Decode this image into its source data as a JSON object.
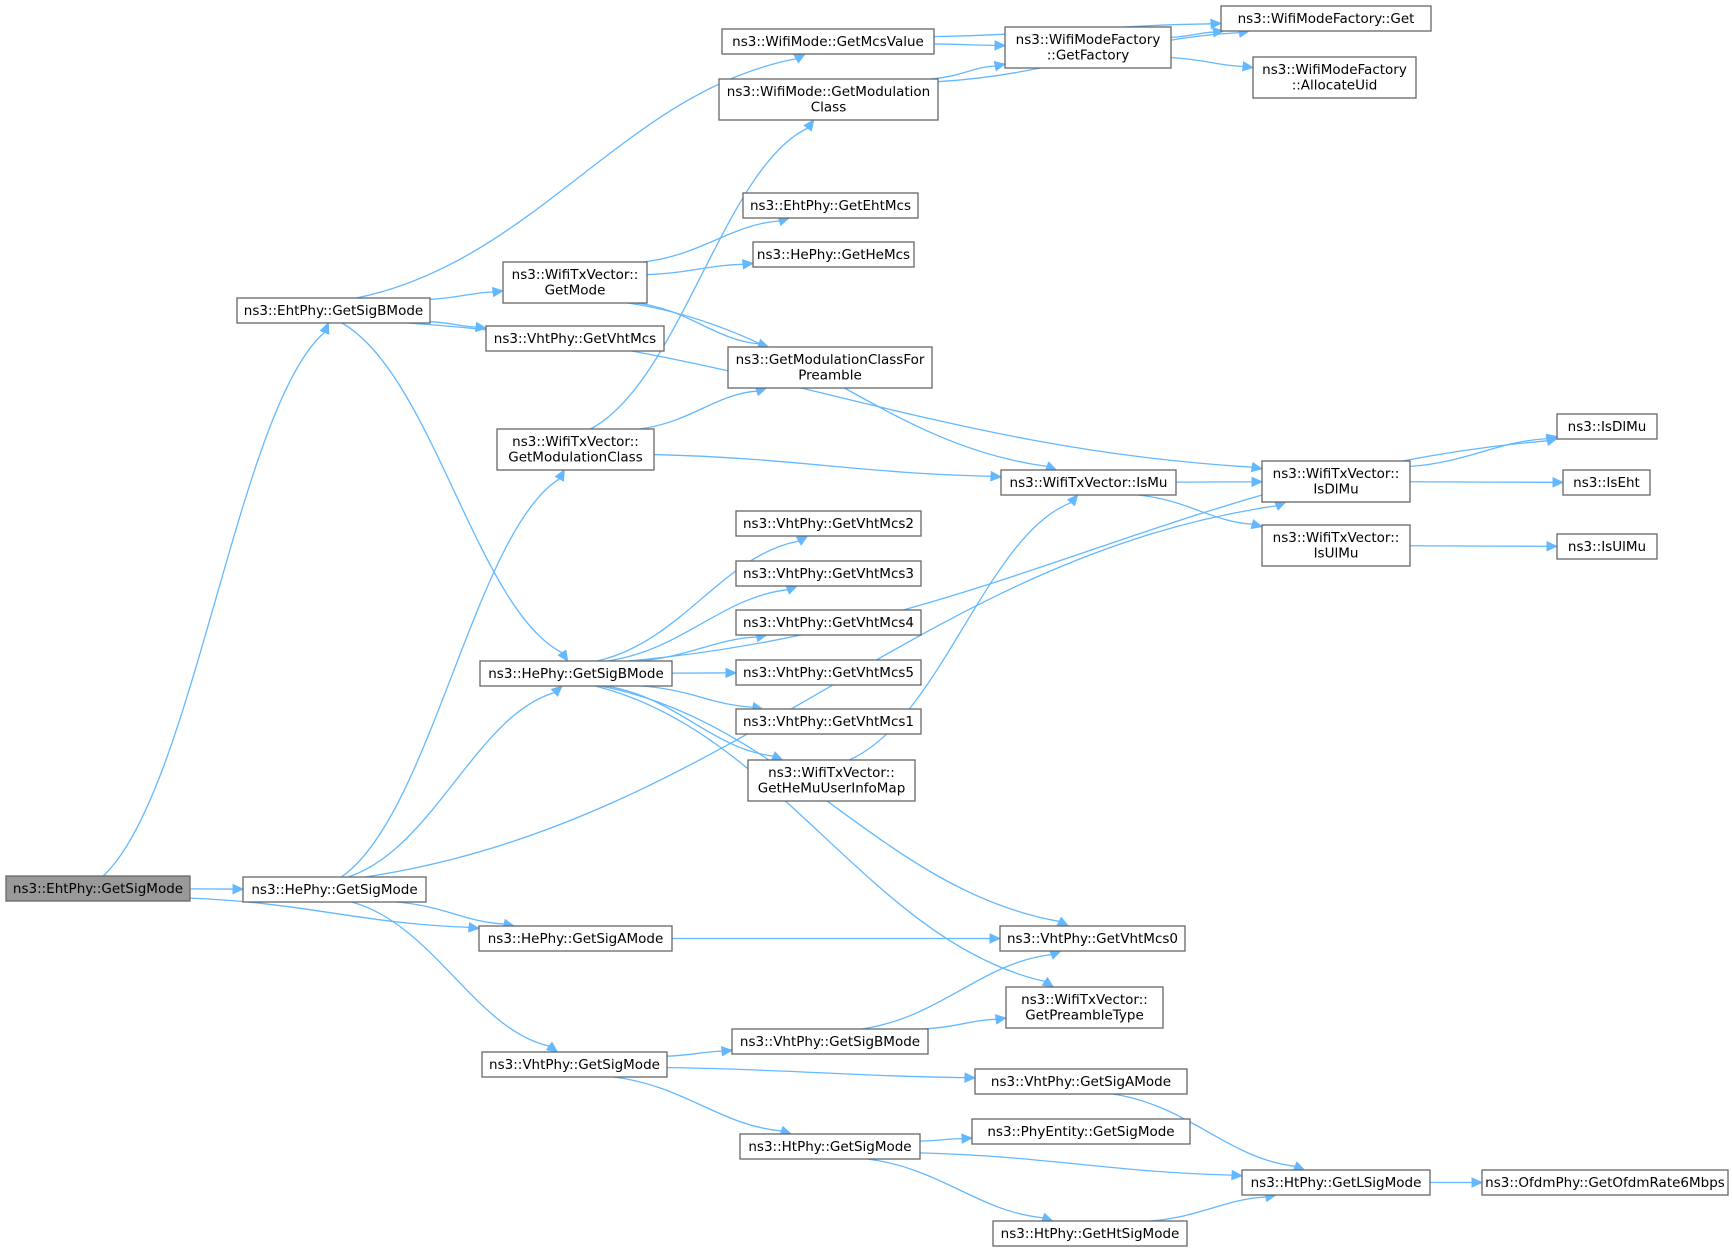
{
  "graph": {
    "edge_color": "#63b8ff",
    "root_fill": "#999999",
    "nodes": [
      {
        "id": "root",
        "lines": [
          "ns3::EhtPhy::GetSigMode"
        ],
        "root": true
      },
      {
        "id": "eht_sigb",
        "lines": [
          "ns3::EhtPhy::GetSigBMode"
        ]
      },
      {
        "id": "he_sig",
        "lines": [
          "ns3::HePhy::GetSigMode"
        ]
      },
      {
        "id": "he_siga",
        "lines": [
          "ns3::HePhy::GetSigAMode"
        ]
      },
      {
        "id": "he_sigb",
        "lines": [
          "ns3::HePhy::GetSigBMode"
        ]
      },
      {
        "id": "vht_sig",
        "lines": [
          "ns3::VhtPhy::GetSigMode"
        ]
      },
      {
        "id": "mcsval",
        "lines": [
          "ns3::WifiMode::GetMcsValue"
        ]
      },
      {
        "id": "modclass",
        "lines": [
          "ns3::WifiMode::GetModulation",
          "Class"
        ]
      },
      {
        "id": "txv_getmode",
        "lines": [
          "ns3::WifiTxVector::",
          "GetMode"
        ]
      },
      {
        "id": "vhtmcs",
        "lines": [
          "ns3::VhtPhy::GetVhtMcs"
        ]
      },
      {
        "id": "txv_modclass",
        "lines": [
          "ns3::WifiTxVector::",
          "GetModulationClass"
        ]
      },
      {
        "id": "factory",
        "lines": [
          "ns3::WifiModeFactory",
          "::GetFactory"
        ]
      },
      {
        "id": "fget",
        "lines": [
          "ns3::WifiModeFactory::Get"
        ]
      },
      {
        "id": "alloc",
        "lines": [
          "ns3::WifiModeFactory",
          "::AllocateUid"
        ]
      },
      {
        "id": "ehtmcs",
        "lines": [
          "ns3::EhtPhy::GetEhtMcs"
        ]
      },
      {
        "id": "hemcs",
        "lines": [
          "ns3::HePhy::GetHeMcs"
        ]
      },
      {
        "id": "modpre",
        "lines": [
          "ns3::GetModulationClassFor",
          "Preamble"
        ]
      },
      {
        "id": "vht2",
        "lines": [
          "ns3::VhtPhy::GetVhtMcs2"
        ]
      },
      {
        "id": "vht3",
        "lines": [
          "ns3::VhtPhy::GetVhtMcs3"
        ]
      },
      {
        "id": "vht4",
        "lines": [
          "ns3::VhtPhy::GetVhtMcs4"
        ]
      },
      {
        "id": "vht5",
        "lines": [
          "ns3::VhtPhy::GetVhtMcs5"
        ]
      },
      {
        "id": "vht1",
        "lines": [
          "ns3::VhtPhy::GetVhtMcs1"
        ]
      },
      {
        "id": "hemu",
        "lines": [
          "ns3::WifiTxVector::",
          "GetHeMuUserInfoMap"
        ]
      },
      {
        "id": "vht0",
        "lines": [
          "ns3::VhtPhy::GetVhtMcs0"
        ]
      },
      {
        "id": "pretype",
        "lines": [
          "ns3::WifiTxVector::",
          "GetPreambleType"
        ]
      },
      {
        "id": "vht_sigb",
        "lines": [
          "ns3::VhtPhy::GetSigBMode"
        ]
      },
      {
        "id": "vht_siga",
        "lines": [
          "ns3::VhtPhy::GetSigAMode"
        ]
      },
      {
        "id": "ht_sig",
        "lines": [
          "ns3::HtPhy::GetSigMode"
        ]
      },
      {
        "id": "pe_sig",
        "lines": [
          "ns3::PhyEntity::GetSigMode"
        ]
      },
      {
        "id": "ismu",
        "lines": [
          "ns3::WifiTxVector::IsMu"
        ]
      },
      {
        "id": "txv_isdlmu",
        "lines": [
          "ns3::WifiTxVector::",
          "IsDlMu"
        ]
      },
      {
        "id": "txv_isulmu",
        "lines": [
          "ns3::WifiTxVector::",
          "IsUlMu"
        ]
      },
      {
        "id": "isdlmu",
        "lines": [
          "ns3::IsDlMu"
        ]
      },
      {
        "id": "iseht",
        "lines": [
          "ns3::IsEht"
        ]
      },
      {
        "id": "isulmu",
        "lines": [
          "ns3::IsUlMu"
        ]
      },
      {
        "id": "lsig",
        "lines": [
          "ns3::HtPhy::GetLSigMode"
        ]
      },
      {
        "id": "htsig",
        "lines": [
          "ns3::HtPhy::GetHtSigMode"
        ]
      },
      {
        "id": "ofdm6",
        "lines": [
          "ns3::OfdmPhy::GetOfdmRate6Mbps"
        ]
      }
    ],
    "edges": [
      [
        "root",
        "eht_sigb"
      ],
      [
        "root",
        "he_sig"
      ],
      [
        "root",
        "he_siga"
      ],
      [
        "eht_sigb",
        "mcsval"
      ],
      [
        "eht_sigb",
        "txv_getmode"
      ],
      [
        "eht_sigb",
        "vhtmcs"
      ],
      [
        "eht_sigb",
        "txv_isdlmu"
      ],
      [
        "eht_sigb",
        "he_sigb"
      ],
      [
        "he_sig",
        "txv_modclass"
      ],
      [
        "he_sig",
        "he_sigb"
      ],
      [
        "he_sig",
        "he_siga"
      ],
      [
        "he_sig",
        "vht_sig"
      ],
      [
        "he_sig",
        "txv_isdlmu"
      ],
      [
        "he_siga",
        "vht0"
      ],
      [
        "mcsval",
        "factory"
      ],
      [
        "mcsval",
        "fget"
      ],
      [
        "modclass",
        "factory"
      ],
      [
        "modclass",
        "fget"
      ],
      [
        "factory",
        "fget"
      ],
      [
        "factory",
        "alloc"
      ],
      [
        "txv_getmode",
        "ehtmcs"
      ],
      [
        "txv_getmode",
        "hemcs"
      ],
      [
        "txv_getmode",
        "modpre"
      ],
      [
        "txv_getmode",
        "ismu"
      ],
      [
        "txv_modclass",
        "modclass"
      ],
      [
        "txv_modclass",
        "modpre"
      ],
      [
        "txv_modclass",
        "ismu"
      ],
      [
        "he_sigb",
        "isdlmu"
      ],
      [
        "he_sigb",
        "vht2"
      ],
      [
        "he_sigb",
        "vht3"
      ],
      [
        "he_sigb",
        "vht4"
      ],
      [
        "he_sigb",
        "vht5"
      ],
      [
        "he_sigb",
        "vht1"
      ],
      [
        "he_sigb",
        "hemu"
      ],
      [
        "he_sigb",
        "vht0"
      ],
      [
        "he_sigb",
        "pretype"
      ],
      [
        "hemu",
        "ismu"
      ],
      [
        "ismu",
        "txv_isdlmu"
      ],
      [
        "ismu",
        "txv_isulmu"
      ],
      [
        "txv_isdlmu",
        "isdlmu"
      ],
      [
        "txv_isdlmu",
        "iseht"
      ],
      [
        "txv_isulmu",
        "isulmu"
      ],
      [
        "vht_sig",
        "vht_sigb"
      ],
      [
        "vht_sig",
        "vht_siga"
      ],
      [
        "vht_sig",
        "ht_sig"
      ],
      [
        "vht_sigb",
        "vht0"
      ],
      [
        "vht_sigb",
        "pretype"
      ],
      [
        "vht_siga",
        "lsig"
      ],
      [
        "ht_sig",
        "pe_sig"
      ],
      [
        "ht_sig",
        "lsig"
      ],
      [
        "ht_sig",
        "htsig"
      ],
      [
        "htsig",
        "lsig"
      ],
      [
        "lsig",
        "ofdm6"
      ]
    ]
  }
}
